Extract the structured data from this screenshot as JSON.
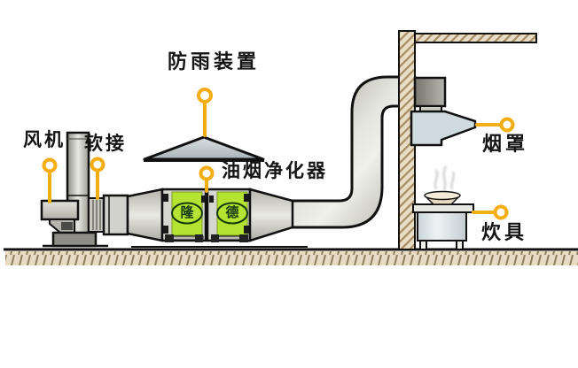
{
  "diagram": {
    "labels": {
      "fan": "风机",
      "soft_connector": "软接",
      "rain_cover": "防雨装置",
      "purifier": "油烟净化器",
      "hood": "烟罩",
      "cooker": "炊具"
    },
    "purifier_panels": [
      "隆",
      "德"
    ],
    "colors": {
      "callout": "#f2ae14",
      "panel_green": "#b5e331",
      "outline": "#111111",
      "wall_tan": "#e9ddc5",
      "hatch_brown": "#a58c63",
      "duct_gray": "#c9c9c2",
      "hood_gray_blue": "#cfdade"
    }
  }
}
